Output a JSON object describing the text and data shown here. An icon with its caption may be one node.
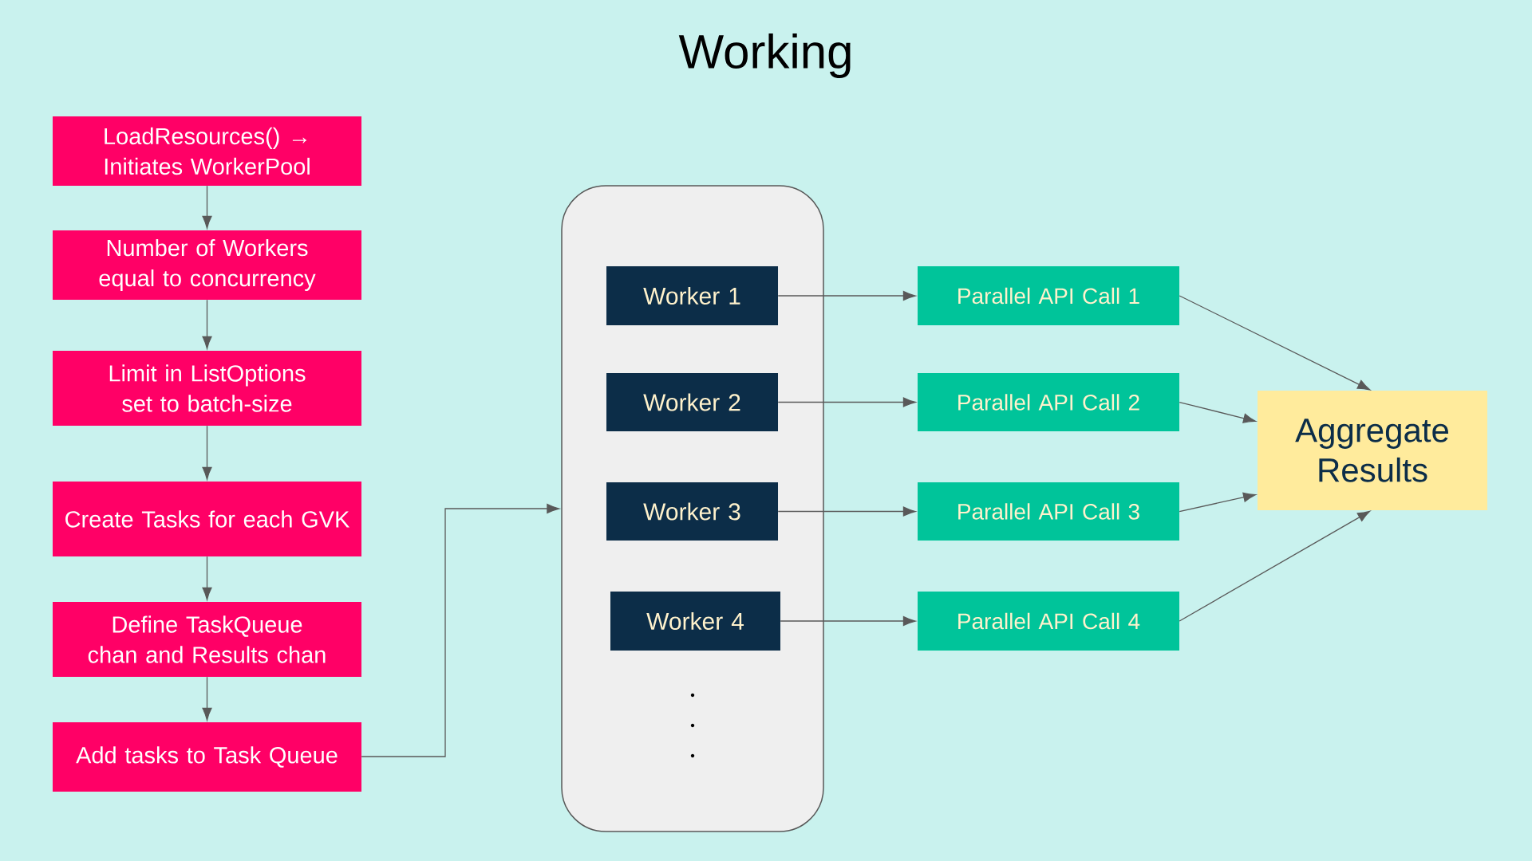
{
  "diagram": {
    "title": "Working",
    "nodes": [
      {
        "text": [
          "LoadResources() → Initiates WorkerPool"
        ]
      },
      {
        "text": [
          "Number of Workers equal to concurrency"
        ]
      },
      {
        "text": [
          "Limit in ListOptions set to batch-size"
        ]
      },
      {
        "text": [
          "Create Tasks for each GVK"
        ]
      },
      {
        "text": [
          "Define TaskQueue chan and Results chan"
        ]
      },
      {
        "text": [
          "Add tasks to Task Queue"
        ]
      },
      {
        "text": [],
        "shape": "box"
      },
      {
        "text": [
          "Worker 1"
        ],
        "in": 6
      },
      {
        "text": [
          "Worker 2"
        ],
        "in": 6
      },
      {
        "text": [
          "Worker 3"
        ],
        "in": 6
      },
      {
        "text": [
          "Worker 4"
        ],
        "in": 6
      },
      {
        "text": [
          "Parallel API Call 1"
        ]
      },
      {
        "text": [
          "Parallel API Call 2"
        ]
      },
      {
        "text": [
          "Parallel API Call 3"
        ]
      },
      {
        "text": [
          "Parallel API Call 4"
        ]
      },
      {
        "text": [
          "Aggregate Results"
        ]
      }
    ],
    "edges": [
      {
        "from": 0,
        "to": 1,
        "arrow": "to"
      },
      {
        "from": 1,
        "to": 2,
        "arrow": "to"
      },
      {
        "from": 2,
        "to": 3,
        "arrow": "to"
      },
      {
        "from": 3,
        "to": 4,
        "arrow": "to"
      },
      {
        "from": 4,
        "to": 5,
        "arrow": "to"
      },
      {
        "from": 5,
        "to": 6,
        "arrow": "to"
      },
      {
        "from": 7,
        "to": 11,
        "arrow": "to"
      },
      {
        "from": 8,
        "to": 12,
        "arrow": "to"
      },
      {
        "from": 9,
        "to": 13,
        "arrow": "to"
      },
      {
        "from": 10,
        "to": 14,
        "arrow": "to"
      },
      {
        "from": 11,
        "to": 15,
        "arrow": "to"
      },
      {
        "from": 12,
        "to": 15,
        "arrow": "to"
      },
      {
        "from": 13,
        "to": 15,
        "arrow": "to"
      },
      {
        "from": 14,
        "to": 15,
        "arrow": "to"
      }
    ]
  }
}
